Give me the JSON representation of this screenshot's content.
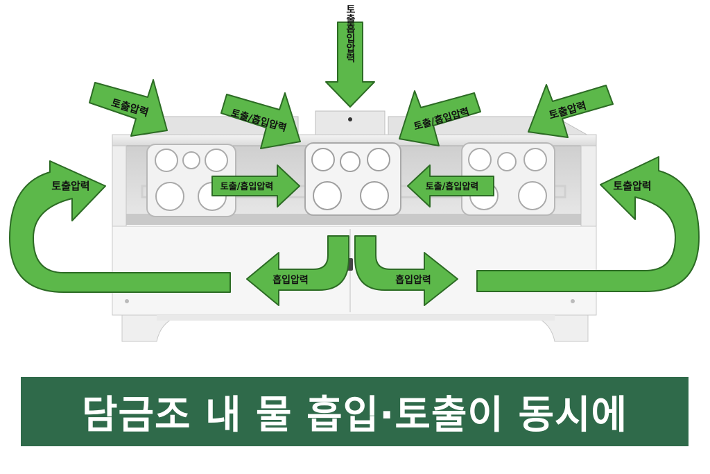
{
  "diagram": {
    "labels": {
      "top_vertical": "토출흡입압력",
      "upper_left_diag": "토출압력",
      "upper_left_inner_diag": "토출/흡입압력",
      "upper_right_inner_diag": "토출/흡입압력",
      "upper_right_diag": "토출압력",
      "left_curve": "토출압력",
      "right_curve": "토출압력",
      "mid_left": "토출/흡입압력",
      "mid_right": "토출/흡입압력",
      "bottom_left": "흡입압력",
      "bottom_right": "흡입압력"
    },
    "colors": {
      "arrow_fill": "#5cb84a",
      "arrow_stroke": "#2c6b24",
      "banner_bg": "#2f6a4a",
      "banner_text": "#ffffff"
    }
  },
  "banner": {
    "text": "담금조 내 물 흡입·토출이 동시에"
  }
}
